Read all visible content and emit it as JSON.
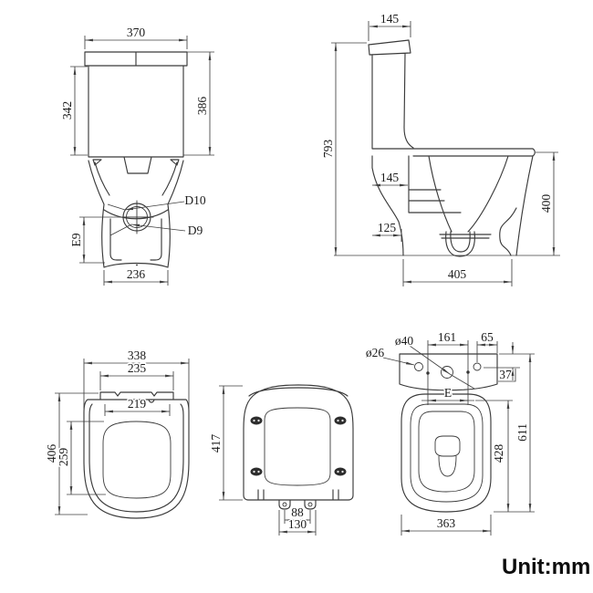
{
  "unit_label": "Unit:mm",
  "drawing": {
    "line_color": "#3a3a3a",
    "text_color": "#1c1c1c",
    "background": "#ffffff"
  },
  "views": {
    "cistern_front": {
      "dims": {
        "top_width": "370",
        "tank_height": "342",
        "total_height": "386",
        "outlet_outer": "D10",
        "outlet_inner": "D9",
        "outlet_height": "E9",
        "base_width": "236"
      }
    },
    "toilet_side": {
      "dims": {
        "tank_depth": "145",
        "total_height": "793",
        "inner_depth": "145",
        "trap_setback": "125",
        "base_depth": "405",
        "bowl_height": "400"
      }
    },
    "seat_top": {
      "dims": {
        "outer_width": "338",
        "hinge_width": "235",
        "inner_width": "219",
        "outer_length": "406",
        "inner_length": "259"
      }
    },
    "seat_bottom": {
      "dims": {
        "length": "417",
        "pin_gap": "88",
        "pin_span": "130"
      }
    },
    "bowl_top": {
      "dims": {
        "large_hole": "ø40",
        "small_hole": "ø26",
        "hole_spacing": "161",
        "side_offset": "65",
        "top_offset": "37",
        "seat_gap": "E",
        "total_depth": "611",
        "inner_depth": "428",
        "width": "363"
      }
    }
  }
}
